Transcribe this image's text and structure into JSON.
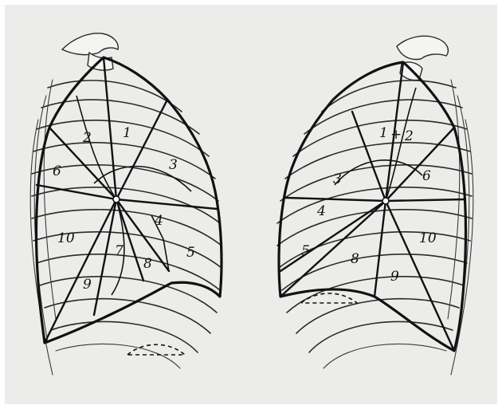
{
  "left_lung": {
    "labels": [
      "1",
      "2",
      "3",
      "4",
      "5",
      "6",
      "7",
      "8",
      "9",
      "10"
    ]
  },
  "right_lung": {
    "labels": [
      "1",
      "2",
      "3",
      "4",
      "5",
      "6",
      "8",
      "9",
      "10"
    ],
    "extra_mark": "+"
  }
}
